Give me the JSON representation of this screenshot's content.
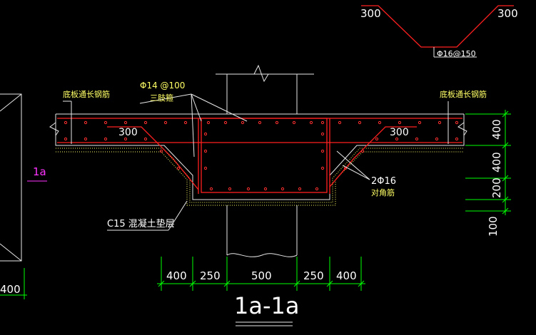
{
  "labels": {
    "top_hook_left": "300",
    "top_hook_right": "300",
    "top_rebar_note": "Φ16@150",
    "stirrup_spec": "Φ14 @100",
    "stirrup_note": "三肢箍",
    "bottom_bar_left": "底板通长钢筋",
    "bottom_bar_right": "底板通长钢筋",
    "anchor_left": "300",
    "anchor_right": "300",
    "side_bar_spec": "2Φ16",
    "side_bar_note": "对角筋",
    "pad_note": "C15 混凝土垫层",
    "section_mark": "1a",
    "left_dim": "400",
    "section_title": "1a-1a"
  },
  "dims_horizontal": [
    "400",
    "250",
    "500",
    "250",
    "400"
  ],
  "dims_vertical": [
    "400",
    "400",
    "200",
    "100"
  ],
  "colors": {
    "background": "#000000",
    "dimension": "#00ff00",
    "rebar": "#ff2020",
    "outline": "#e8e8e8",
    "pad": "#ffff66",
    "section_mark": "#ff33ff"
  }
}
